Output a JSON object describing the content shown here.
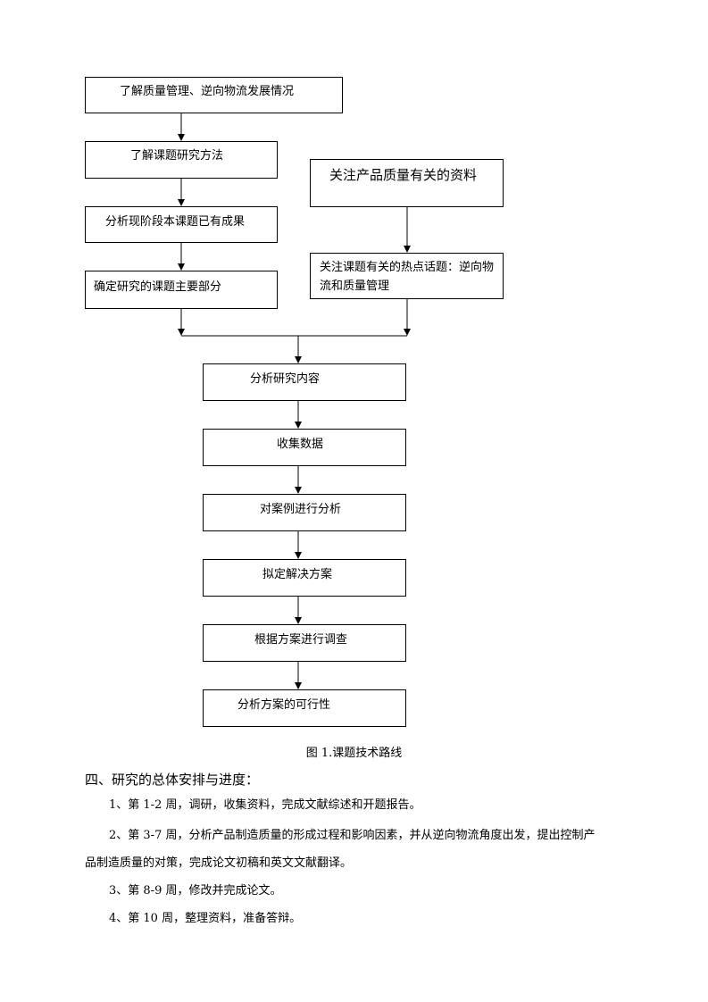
{
  "flowchart": {
    "nodes": [
      {
        "id": "n1",
        "text": "了解质量管理、逆向物流发展情况"
      },
      {
        "id": "n2",
        "text": "了解课题研究方法"
      },
      {
        "id": "n3",
        "text": "分析现阶段本课题已有成果"
      },
      {
        "id": "n4",
        "text": "确定研究的课题主要部分"
      },
      {
        "id": "n5",
        "text": "关注产品质量有关的资料"
      },
      {
        "id": "n6",
        "text": "关注课题有关的热点话题：逆向物流和质量管理"
      },
      {
        "id": "n7",
        "text": "分析研究内容"
      },
      {
        "id": "n8",
        "text": "收集数据"
      },
      {
        "id": "n9",
        "text": "对案例进行分析"
      },
      {
        "id": "n10",
        "text": "拟定解决方案"
      },
      {
        "id": "n11",
        "text": "根据方案进行调查"
      },
      {
        "id": "n12",
        "text": "分析方案的可行性"
      }
    ],
    "edges": [
      [
        "n1",
        "n2"
      ],
      [
        "n2",
        "n3"
      ],
      [
        "n3",
        "n4"
      ],
      [
        "n5",
        "n6"
      ],
      [
        "n4",
        "n7"
      ],
      [
        "n6",
        "n7"
      ],
      [
        "n7",
        "n8"
      ],
      [
        "n8",
        "n9"
      ],
      [
        "n9",
        "n10"
      ],
      [
        "n10",
        "n11"
      ],
      [
        "n11",
        "n12"
      ]
    ]
  },
  "caption": "图 1.课题技术路线",
  "section": {
    "heading": "四、研究的总体安排与进度：",
    "items": [
      "1、第 1-2 周，调研，收集资料，完成文献综述和开题报告。",
      "2、第 3-7 周，分析产品制造质量的形成过程和影响因素，并从逆向物流角度出发，提出控制产",
      "品制造质量的对策，完成论文初稿和英文文献翻译。",
      "3、第 8-9 周，修改并完成论文。",
      "4、第 10 周，整理资料，准备答辩。"
    ]
  }
}
